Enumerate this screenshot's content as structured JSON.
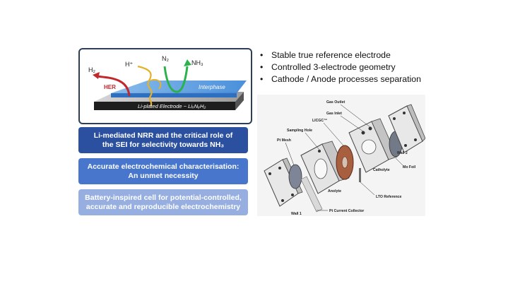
{
  "illustration": {
    "labels": {
      "h2": "H₂",
      "hplus": "H⁺",
      "n2": "N₂",
      "nh3": "NH₃",
      "her": "HER",
      "interphase": "Interphase",
      "electrode": "Li-plated Electrode ~ LiₓNᵧH₂"
    }
  },
  "panels": [
    {
      "line1": "Li-mediated NRR and the critical role of",
      "line2": "the SEI for selectivity towards NH₃"
    },
    {
      "line1": "Accurate electrochemical characterisation:",
      "line2": "An unmet necessity"
    },
    {
      "line1": "Battery-inspired cell for potential-controlled,",
      "line2": "accurate and reproducible electrochemistry"
    }
  ],
  "bullets": [
    "Stable true reference electrode",
    "Controlled 3-electrode geometry",
    "Cathode / Anode processes separation"
  ],
  "cell_diagram": {
    "labels": {
      "gas_outlet": "Gas Outlet",
      "gas_inlet": "Gas Inlet",
      "lirsc": "LICGC™",
      "sampling_hole": "Sampling Hole",
      "pt_mesh": "Pt Mesh",
      "mo_foil": "Mo Foil",
      "wall2": "Wall 2",
      "catholyte": "Catholyte",
      "anolyte": "Anolyte",
      "lto_reference": "LTO Reference",
      "wall1": "Wall 1",
      "pt_current_collector": "Pt Current Collector"
    }
  }
}
